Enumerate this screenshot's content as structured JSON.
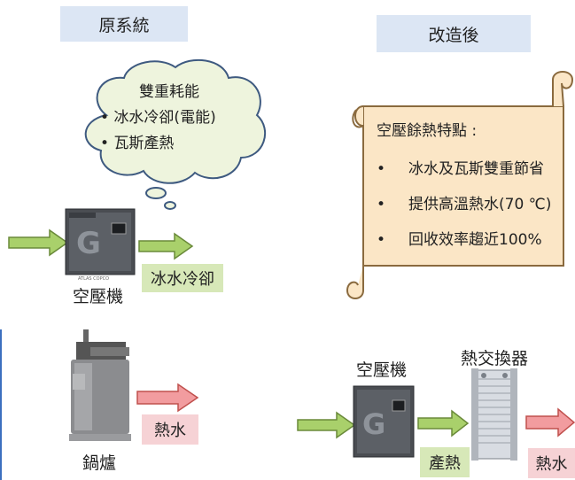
{
  "left_header": "原系統",
  "right_header": "改造後",
  "cloud": {
    "title": "雙重耗能",
    "bullets": [
      "冰水冷卻(電能)",
      "瓦斯產熱"
    ]
  },
  "scroll": {
    "title": "空壓餘熱特點 :",
    "bullets": [
      "冰水及瓦斯雙重節省",
      "提供高溫熱水(70 ℃)",
      "回收效率趨近100%"
    ]
  },
  "left_compressor_label": "空壓機",
  "chilled_water_label": "冰水冷卻",
  "boiler_label": "鍋爐",
  "hot_water_label": "熱水",
  "right_compressor_label": "空壓機",
  "heat_exchanger_label": "熱交換器",
  "heat_gen_label": "產熱",
  "right_hot_water_label": "熱水",
  "compressor_brand_text": "ATLAS COPCO",
  "colors": {
    "header_bg": "#dce6f4",
    "cloud_fill": "#eef4dd",
    "scroll_fill": "#fbe6c6",
    "arrow_green": "#a9d06b",
    "arrow_red": "#f29c9f",
    "green_box": "#d7e8b8",
    "pink_box": "#f6d2d5"
  }
}
